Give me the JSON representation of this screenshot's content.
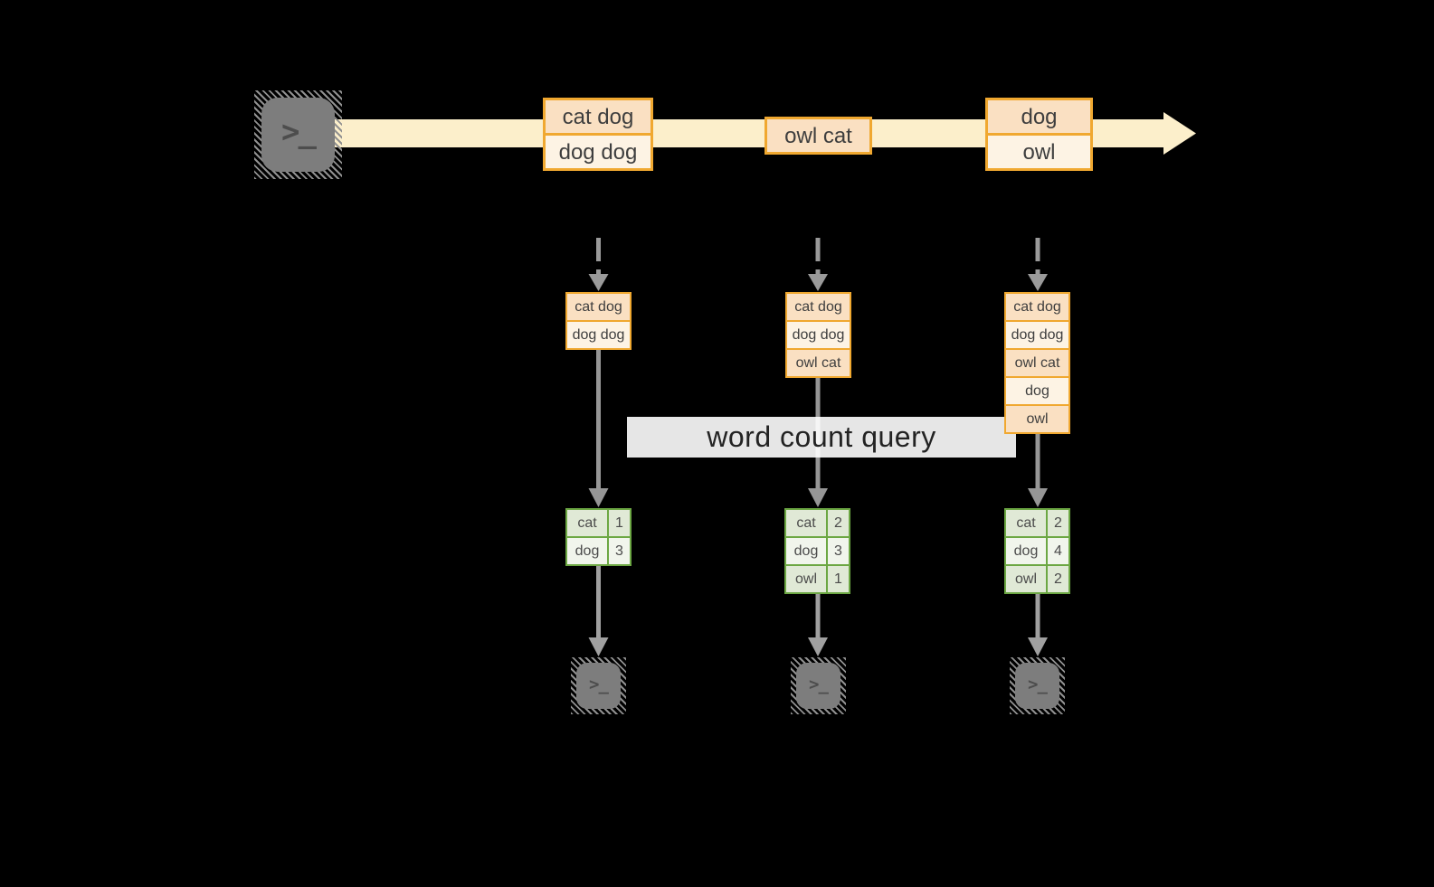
{
  "query": {
    "label": "word count query"
  },
  "terminal": {
    "glyph": ">_"
  },
  "timeline": {
    "events": [
      {
        "rows": [
          "cat dog",
          "dog dog"
        ]
      },
      {
        "rows": [
          "owl cat"
        ]
      },
      {
        "rows": [
          "dog",
          "owl"
        ]
      }
    ]
  },
  "pipelines": [
    {
      "buffer": [
        "cat dog",
        "dog dog"
      ],
      "counts": [
        {
          "word": "cat",
          "count": "1"
        },
        {
          "word": "dog",
          "count": "3"
        }
      ]
    },
    {
      "buffer": [
        "cat dog",
        "dog dog",
        "owl cat"
      ],
      "counts": [
        {
          "word": "cat",
          "count": "2"
        },
        {
          "word": "dog",
          "count": "3"
        },
        {
          "word": "owl",
          "count": "1"
        }
      ]
    },
    {
      "buffer": [
        "cat dog",
        "dog dog",
        "owl cat",
        "dog",
        "owl"
      ],
      "counts": [
        {
          "word": "cat",
          "count": "2"
        },
        {
          "word": "dog",
          "count": "4"
        },
        {
          "word": "owl",
          "count": "2"
        }
      ]
    }
  ],
  "colors": {
    "amber": "#F0A830",
    "peach": "#FAE0C2",
    "cream": "#FDF3E4",
    "band": "#FCEFCB",
    "green": "#6CA743",
    "sage": "#E0E9D6",
    "lightgreen": "#F1F5EC",
    "arrow": "#969696",
    "ink": "#3E3E3E",
    "bg": "#000000"
  }
}
